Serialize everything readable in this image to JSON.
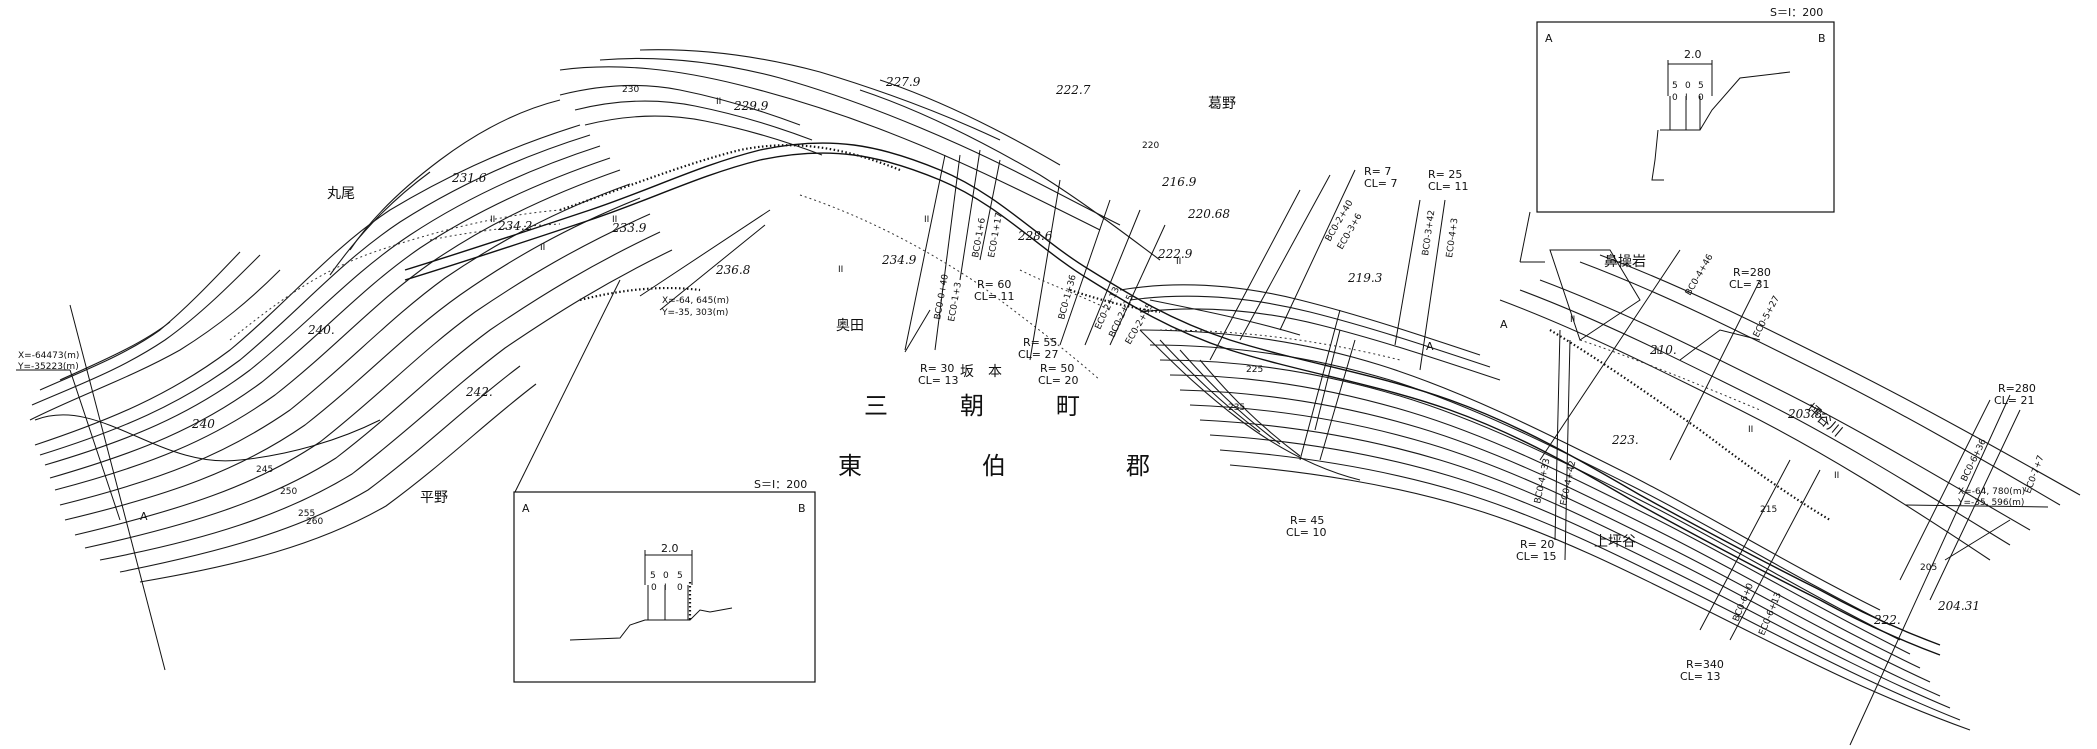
{
  "place_names": {
    "maruo": "丸尾",
    "hirano": "平野",
    "okuda": "奥田",
    "sakamoto": "坂　本",
    "kuzuno": "葛野",
    "hanakurai": "鼻操岩",
    "kamitsuboya": "上坪谷",
    "tsuboya_river": "坪谷川"
  },
  "district": {
    "town": "三　　　朝　　　町",
    "county": "東　　　　　伯　　　　　郡"
  },
  "coordinates": {
    "left": {
      "x": "X=-64473(m)",
      "y": "Y=-35223(m)"
    },
    "center": {
      "x": "X=-64, 645(m)",
      "y": "Y=-35, 303(m)"
    },
    "right": {
      "x": "X=-64, 780(m)",
      "y": "Y=-35, 596(m)"
    }
  },
  "elevations": [
    "231.6",
    "234.2",
    "233.9",
    "236.8",
    "229.9",
    "227.9",
    "222.7",
    "234.9",
    "228.6",
    "216.9",
    "220.68",
    "222.9",
    "219.3",
    "210.",
    "203.8",
    "223.",
    "222.",
    "204.31",
    "240.",
    "242.",
    "240",
    "245",
    "250",
    "255",
    "260",
    "220",
    "230",
    "235",
    "225",
    "215",
    "205"
  ],
  "curve_labels": [
    {
      "r": "R= 30",
      "cl": "CL= 13"
    },
    {
      "r": "R= 60",
      "cl": "CL= 11"
    },
    {
      "r": "R= 55",
      "cl": "CL= 27"
    },
    {
      "r": "R= 50",
      "cl": "CL= 20"
    },
    {
      "r": "R= 7",
      "cl": "CL= 7"
    },
    {
      "r": "R= 25",
      "cl": "CL= 11"
    },
    {
      "r": "R= 45",
      "cl": "CL= 10"
    },
    {
      "r": "R= 20",
      "cl": "CL= 15"
    },
    {
      "r": "R=280",
      "cl": "CL= 31"
    },
    {
      "r": "R=280",
      "cl": "CL= 21"
    },
    {
      "r": "R=340",
      "cl": "CL= 13"
    }
  ],
  "stations": [
    "BC0-0+40",
    "EC0-1+3",
    "BC0-1+6",
    "EC0-1+17",
    "BC0-1+36",
    "EC0-2+13",
    "BC0-2+15",
    "EC0-2+35",
    "BC0-2+40",
    "EC0-3+6",
    "BC0-3+42",
    "EC0-4+3",
    "BC0-4+33",
    "EC0-4+42",
    "BC0-4+46",
    "EC0-5+27",
    "BC0-6+0",
    "EC0-6+13",
    "BC0-6+36",
    "EC0-7+7"
  ],
  "insets": [
    {
      "scale": "S＝Ⅰ：200",
      "left": "A",
      "right": "B",
      "width": "2.0",
      "dims": [
        "5",
        "0",
        "5"
      ],
      "sub": [
        "0",
        "I",
        "0"
      ]
    },
    {
      "scale": "S＝Ⅰ：200",
      "left": "A",
      "right": "B",
      "width": "2.0",
      "dims": [
        "5",
        "0",
        "5"
      ],
      "sub": [
        "0",
        "I",
        "0"
      ]
    }
  ],
  "marks": {
    "section_a": "A",
    "section_b": "B",
    "grass": "II"
  }
}
